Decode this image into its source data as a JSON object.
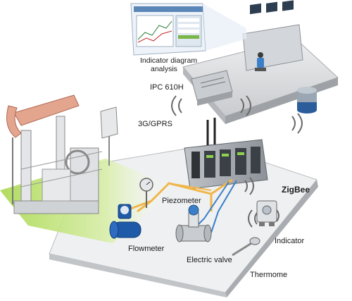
{
  "labels": {
    "indicator_diagram_line1": "Indicator diagram",
    "indicator_diagram_line2": "analysis",
    "ipc": "IPC 610H",
    "gprs": "3G/GPRS",
    "zigbee": "ZigBee",
    "piezometer": "Piezometer",
    "flowmeter": "Flowmeter",
    "electric_valve": "Electric valve",
    "indicator": "Indicator",
    "thermometer": "Thermome"
  },
  "colors": {
    "pipe": "#f0b64a",
    "cable": "#3a7fc8",
    "platform": "#d9dadc",
    "green_field": "#b7de64",
    "flowmeter": "#1e5aa8",
    "signal": "#6a6a6a"
  }
}
